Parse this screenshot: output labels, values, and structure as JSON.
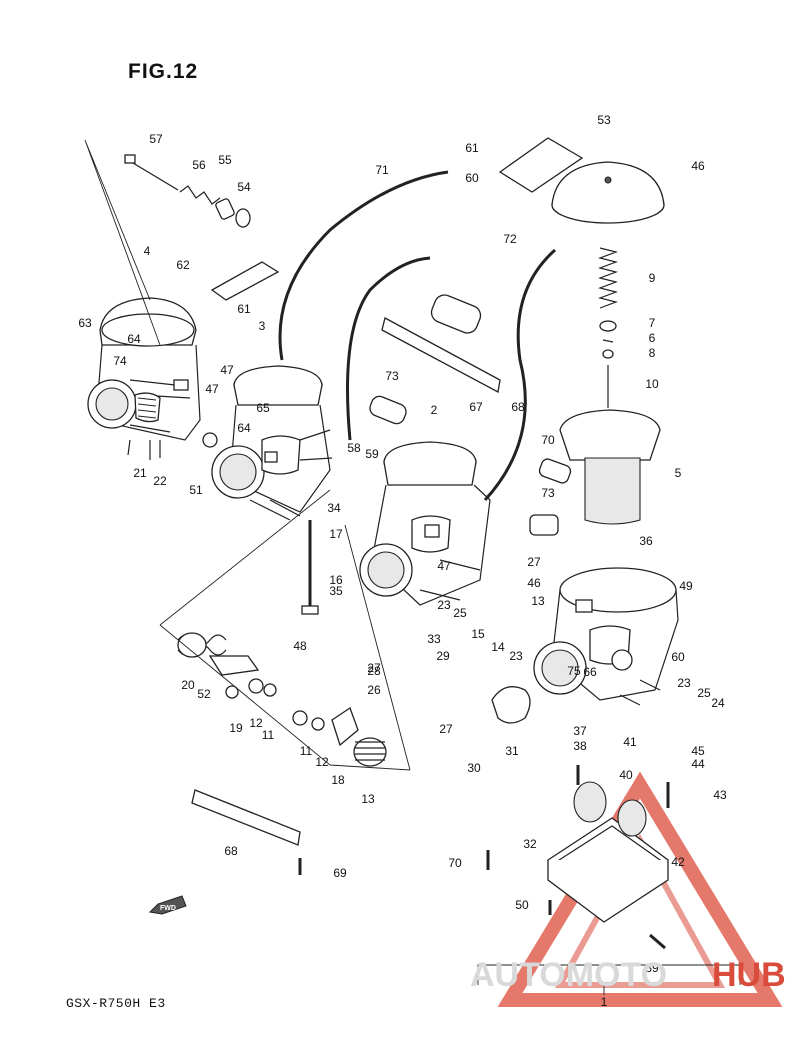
{
  "figure": {
    "title": "FIG.12",
    "model_code": "GSX-R750H E3"
  },
  "fwd_label": "FWD",
  "watermark": {
    "auto": "AUTOMOTO",
    "hub": "HUB",
    "color_gray": "#d9d9d9",
    "color_red": "#d94b3a"
  },
  "callouts": [
    "1",
    "2",
    "3",
    "4",
    "5",
    "6",
    "7",
    "8",
    "9",
    "10",
    "11",
    "11",
    "12",
    "12",
    "13",
    "13",
    "14",
    "15",
    "16",
    "17",
    "18",
    "19",
    "20",
    "21",
    "22",
    "23",
    "23",
    "23",
    "24",
    "25",
    "25",
    "26",
    "27",
    "27",
    "27",
    "28",
    "29",
    "30",
    "31",
    "32",
    "33",
    "34",
    "35",
    "36",
    "37",
    "38",
    "39",
    "40",
    "41",
    "42",
    "43",
    "44",
    "45",
    "46",
    "46",
    "47",
    "47",
    "47",
    "48",
    "49",
    "50",
    "51",
    "52",
    "53",
    "54",
    "55",
    "56",
    "57",
    "58",
    "59",
    "60",
    "60",
    "61",
    "61",
    "62",
    "63",
    "64",
    "64",
    "65",
    "66",
    "67",
    "68",
    "68",
    "69",
    "70",
    "70",
    "71",
    "72",
    "73",
    "73",
    "74",
    "75"
  ]
}
